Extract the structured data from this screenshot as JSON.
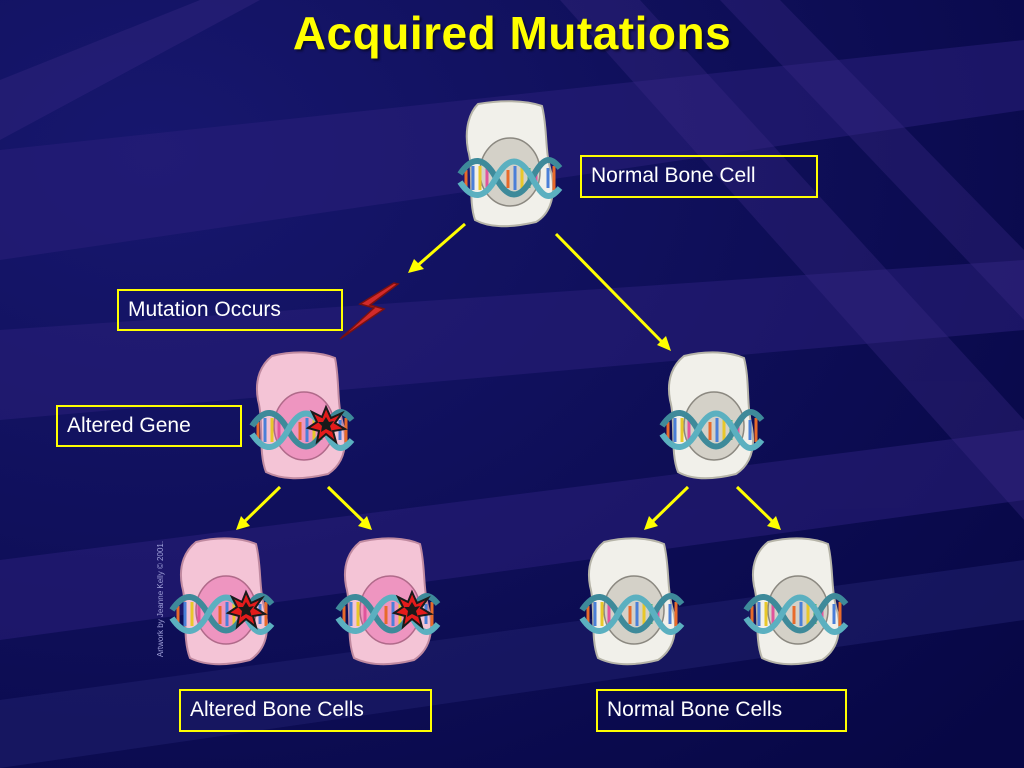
{
  "slide": {
    "title": "Acquired Mutations",
    "labels": {
      "normal_bone_cell": "Normal Bone Cell",
      "mutation_occurs": "Mutation Occurs",
      "altered_gene": "Altered Gene",
      "altered_bone_cells": "Altered Bone Cells",
      "normal_bone_cells": "Normal Bone Cells"
    },
    "credit": "Artwork by Jeanne Kelly © 2001."
  },
  "colors": {
    "background": "#0b0b52",
    "accent_yellow": "#ffff00",
    "normal_cell": "#f1f0ea",
    "altered_cell": "#f4c4d6",
    "nucleus_normal": "#d4d1c8",
    "nucleus_altered": "#ee95c0",
    "mutation_burst": "#e41b1b"
  },
  "icons": {
    "mutation_trigger": "lightning-bolt-icon",
    "gene_damage": "mutation-burst-icon",
    "dna": "dna-helix-icon"
  }
}
